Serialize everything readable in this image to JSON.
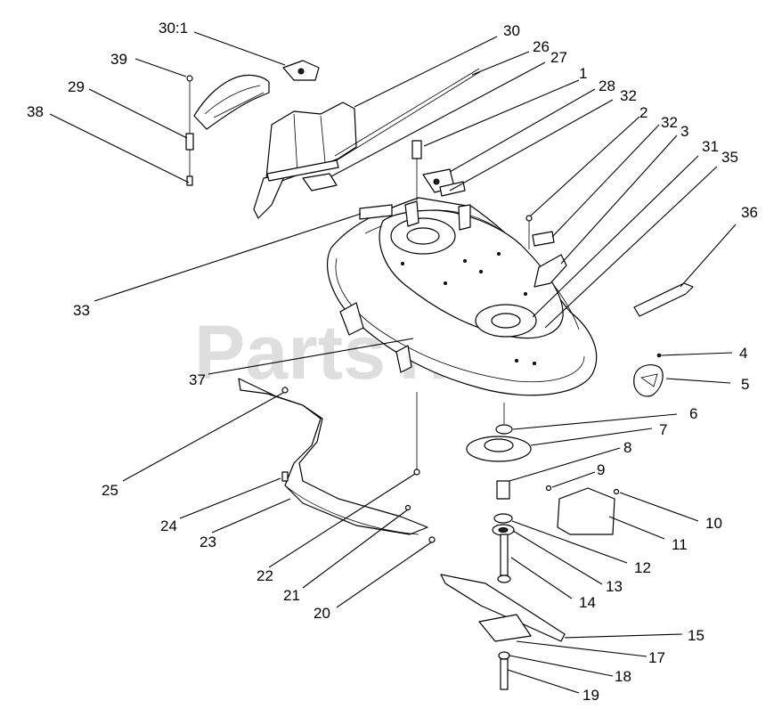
{
  "watermark": {
    "text": "PartsTree",
    "trademark": "™"
  },
  "callouts": [
    {
      "id": "c30-1",
      "label": "30:1"
    },
    {
      "id": "c30",
      "label": "30"
    },
    {
      "id": "c26",
      "label": "26"
    },
    {
      "id": "c27",
      "label": "27"
    },
    {
      "id": "c39",
      "label": "39"
    },
    {
      "id": "c1",
      "label": "1"
    },
    {
      "id": "c28",
      "label": "28"
    },
    {
      "id": "c32a",
      "label": "32"
    },
    {
      "id": "c29",
      "label": "29"
    },
    {
      "id": "c2",
      "label": "2"
    },
    {
      "id": "c32b",
      "label": "32"
    },
    {
      "id": "c3",
      "label": "3"
    },
    {
      "id": "c38",
      "label": "38"
    },
    {
      "id": "c31",
      "label": "31"
    },
    {
      "id": "c35",
      "label": "35"
    },
    {
      "id": "c36",
      "label": "36"
    },
    {
      "id": "c33",
      "label": "33"
    },
    {
      "id": "c4",
      "label": "4"
    },
    {
      "id": "c37",
      "label": "37"
    },
    {
      "id": "c5",
      "label": "5"
    },
    {
      "id": "c6",
      "label": "6"
    },
    {
      "id": "c7",
      "label": "7"
    },
    {
      "id": "c8",
      "label": "8"
    },
    {
      "id": "c25",
      "label": "25"
    },
    {
      "id": "c9",
      "label": "9"
    },
    {
      "id": "c10",
      "label": "10"
    },
    {
      "id": "c24",
      "label": "24"
    },
    {
      "id": "c11",
      "label": "11"
    },
    {
      "id": "c23",
      "label": "23"
    },
    {
      "id": "c12",
      "label": "12"
    },
    {
      "id": "c22",
      "label": "22"
    },
    {
      "id": "c13",
      "label": "13"
    },
    {
      "id": "c21",
      "label": "21"
    },
    {
      "id": "c14",
      "label": "14"
    },
    {
      "id": "c20",
      "label": "20"
    },
    {
      "id": "c15",
      "label": "15"
    },
    {
      "id": "c17",
      "label": "17"
    },
    {
      "id": "c18",
      "label": "18"
    },
    {
      "id": "c19",
      "label": "19"
    }
  ]
}
